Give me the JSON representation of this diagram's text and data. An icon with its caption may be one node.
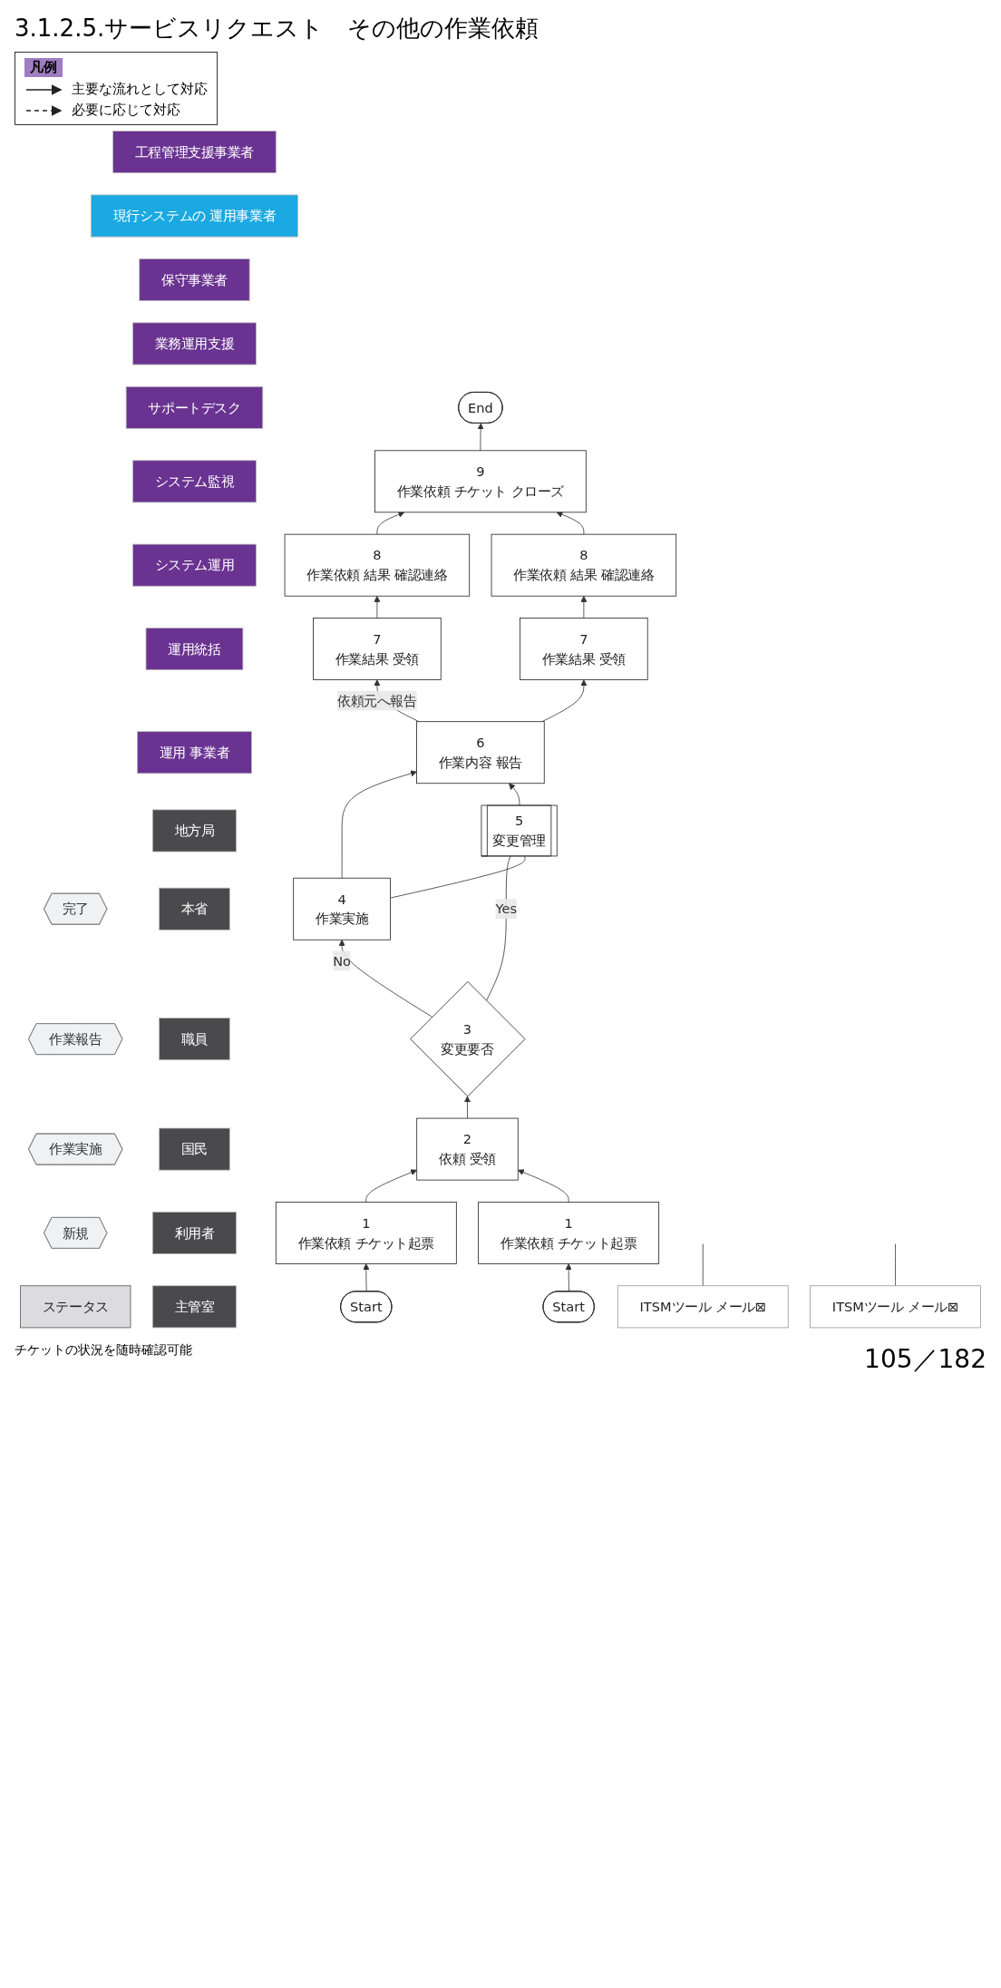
{
  "diagram": {
    "title": "3.1.2.5.サービスリクエスト　その他の作業依頼",
    "nodes": [
      {
        "text": [
          "ステータス"
        ]
      },
      {
        "text": [
          "新規"
        ]
      },
      {
        "text": [
          "作業実施"
        ]
      },
      {
        "text": [
          "作業報告"
        ]
      },
      {
        "text": [
          "完了"
        ]
      },
      {
        "text": [
          "主管室"
        ]
      },
      {
        "text": [
          "利用者"
        ]
      },
      {
        "text": [
          "国民"
        ]
      },
      {
        "text": [
          "職員"
        ]
      },
      {
        "text": [
          "本省"
        ]
      },
      {
        "text": [
          "地方局"
        ]
      },
      {
        "text": [
          "運用 事業者"
        ]
      },
      {
        "text": [
          "運用統括"
        ]
      },
      {
        "text": [
          "システム運用"
        ]
      },
      {
        "text": [
          "システム監視"
        ]
      },
      {
        "text": [
          "サポートデスク"
        ]
      },
      {
        "text": [
          "業務運用支援"
        ]
      },
      {
        "text": [
          "保守事業者"
        ]
      },
      {
        "text": [
          "現行システムの 運用事業者"
        ]
      },
      {
        "text": [
          "工程管理支援事業者"
        ]
      },
      {
        "text": [
          "Start"
        ]
      },
      {
        "text": [
          "Start"
        ]
      },
      {
        "text": [
          "1",
          "作業依頼 チケット起票"
        ]
      },
      {
        "text": [
          "1",
          "作業依頼 チケット起票"
        ]
      },
      {
        "text": [
          "2",
          "依頼 受領"
        ]
      },
      {
        "text": [
          "3",
          "変更要否"
        ]
      },
      {
        "text": [
          "4",
          "作業実施"
        ]
      },
      {
        "text": [
          "5",
          "変更管理"
        ]
      },
      {
        "text": [
          "6",
          "作業内容 報告"
        ]
      },
      {
        "text": [
          "7",
          "作業結果 受領"
        ]
      },
      {
        "text": [
          "7",
          "作業結果 受領"
        ]
      },
      {
        "text": [
          "8",
          "作業依頼 結果 確認連絡"
        ]
      },
      {
        "text": [
          "8",
          "作業依頼 結果 確認連絡"
        ]
      },
      {
        "text": [
          "9",
          "作業依頼 チケット クローズ"
        ]
      },
      {
        "text": [
          "End"
        ]
      },
      {
        "text": [
          "ITSMツール メール⊠"
        ]
      },
      {
        "text": [
          "ITSMツール メール⊠"
        ]
      }
    ],
    "edges": [
      {
        "from": 20,
        "to": 22,
        "arrow": "to"
      },
      {
        "from": 21,
        "to": 23,
        "arrow": "to"
      },
      {
        "from": 22,
        "to": 24,
        "arrow": "to"
      },
      {
        "from": 23,
        "to": 24,
        "arrow": "to"
      },
      {
        "from": 24,
        "to": 25,
        "arrow": "to"
      },
      {
        "from": 25,
        "to": 26,
        "arrow": "to",
        "label": "No"
      },
      {
        "from": 25,
        "to": 27,
        "arrow": "none",
        "label": "Yes"
      },
      {
        "from": 26,
        "to": 27,
        "arrow": "none"
      },
      {
        "from": 26,
        "to": 28,
        "arrow": "to"
      },
      {
        "from": 27,
        "to": 28,
        "arrow": "to"
      },
      {
        "from": 28,
        "to": 29,
        "arrow": "to",
        "label": "依頼元へ報告"
      },
      {
        "from": 28,
        "to": 30,
        "arrow": "to"
      },
      {
        "from": 29,
        "to": 31,
        "arrow": "to"
      },
      {
        "from": 30,
        "to": 32,
        "arrow": "to"
      },
      {
        "from": 31,
        "to": 33,
        "arrow": "to"
      },
      {
        "from": 32,
        "to": 33,
        "arrow": "to"
      },
      {
        "from": 33,
        "to": 34,
        "arrow": "to"
      },
      {
        "from": 35,
        "to": null,
        "arrow": "none"
      },
      {
        "from": 36,
        "to": null,
        "arrow": "none"
      }
    ],
    "labels": [
      "凡例",
      "チケットの状況を随時確認可能",
      "105／182"
    ],
    "legend": [
      {
        "text": "主要な流れとして対応"
      },
      {
        "text": "必要に応じて対応"
      }
    ]
  }
}
